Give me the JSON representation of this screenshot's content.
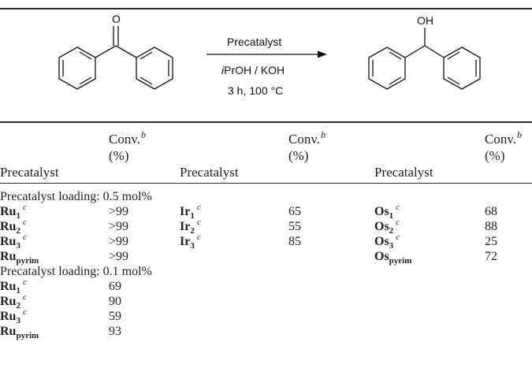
{
  "scheme": {
    "reagent_top": "Precatalyst",
    "reagent_bottom_italic": "i",
    "reagent_bottom_rest": "PrOH / KOH",
    "conditions": "3 h, 100 °C",
    "ketone_atom": "O",
    "alcohol_atom": "OH"
  },
  "headers": {
    "precatalyst": "Precatalyst",
    "conv": "Conv.",
    "conv_note": "b",
    "unit": "(%)"
  },
  "sections": [
    {
      "title": "Precatalyst loading: 0.5 mol%",
      "rows": [
        [
          {
            "base": "Ru",
            "sub": "1",
            "sup": "c",
            "val": ">99"
          },
          {
            "base": "Ir",
            "sub": "1",
            "sup": "c",
            "val": "65"
          },
          {
            "base": "Os",
            "sub": "1",
            "sup": "c",
            "val": "68"
          }
        ],
        [
          {
            "base": "Ru",
            "sub": "2",
            "sup": "c",
            "val": ">99"
          },
          {
            "base": "Ir",
            "sub": "2",
            "sup": "c",
            "val": "55"
          },
          {
            "base": "Os",
            "sub": "2",
            "sup": "c",
            "val": "88"
          }
        ],
        [
          {
            "base": "Ru",
            "sub": "3",
            "sup": "c",
            "val": ">99"
          },
          {
            "base": "Ir",
            "sub": "3",
            "sup": "c",
            "val": "85"
          },
          {
            "base": "Os",
            "sub": "3",
            "sup": "c",
            "val": "25"
          }
        ],
        [
          {
            "base": "Ru",
            "sub": "pyrim",
            "sup": "",
            "val": ">99"
          },
          null,
          {
            "base": "Os",
            "sub": "pyrim",
            "sup": "",
            "val": "72"
          }
        ]
      ]
    },
    {
      "title": "Precatalyst loading: 0.1 mol%",
      "rows": [
        [
          {
            "base": "Ru",
            "sub": "1",
            "sup": "c",
            "val": "69"
          },
          null,
          null
        ],
        [
          {
            "base": "Ru",
            "sub": "2",
            "sup": "c",
            "val": "90"
          },
          null,
          null
        ],
        [
          {
            "base": "Ru",
            "sub": "3",
            "sup": "c",
            "val": "59"
          },
          null,
          null
        ],
        [
          {
            "base": "Ru",
            "sub": "pyrim",
            "sup": "",
            "val": "93"
          },
          null,
          null
        ]
      ]
    }
  ]
}
